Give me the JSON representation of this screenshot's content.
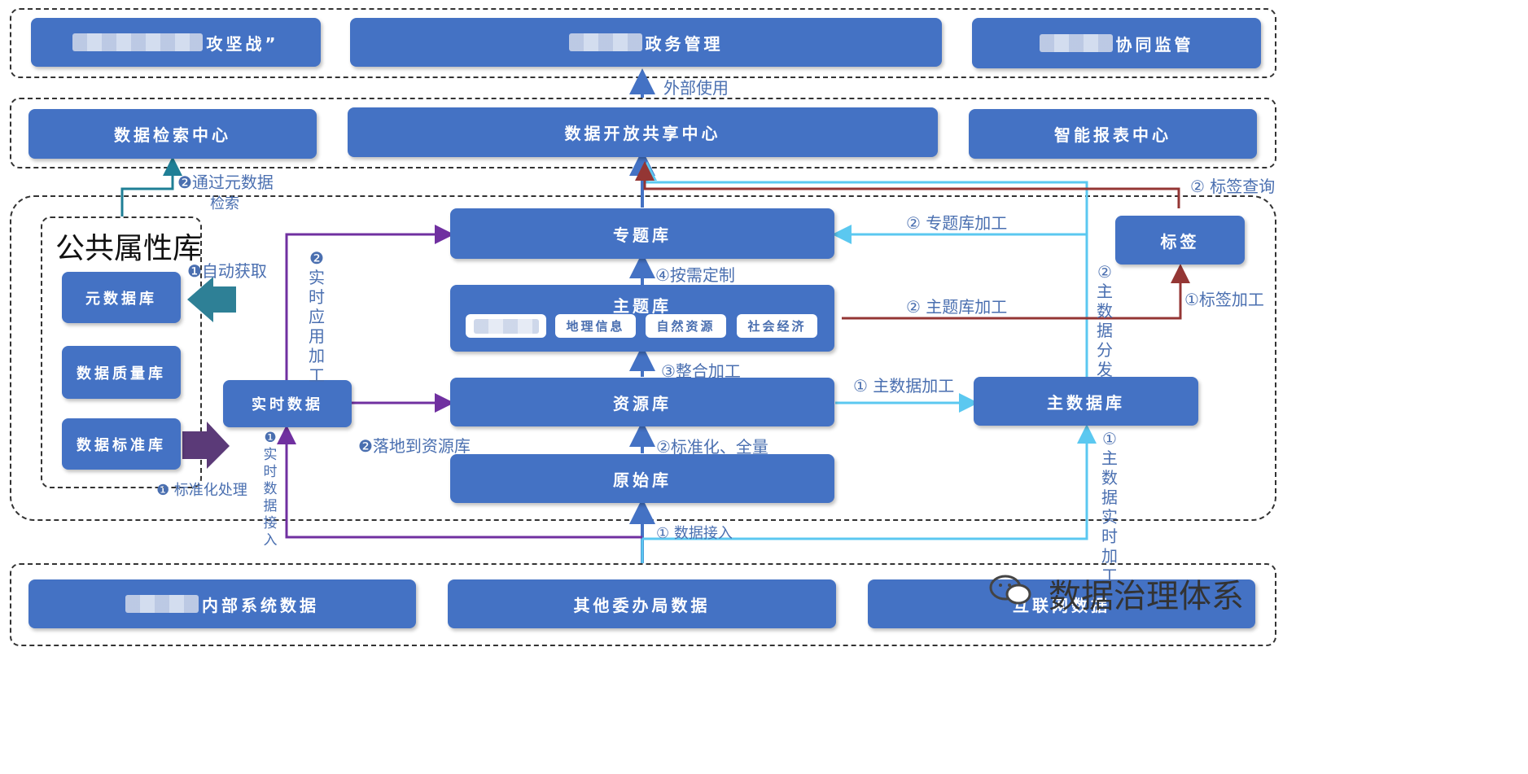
{
  "top": {
    "box1": "攻坚战”",
    "box2": "政务管理",
    "box3": "协同监管"
  },
  "services": {
    "search": "数据检索中心",
    "open": "数据开放共享中心",
    "report": "智能报表中心"
  },
  "public_attr": {
    "title": "公共属性库",
    "metadata": "元数据库",
    "quality": "数据质量库",
    "standard": "数据标准库"
  },
  "core": {
    "topic": "专题库",
    "theme": "主题库",
    "theme_subs": [
      "地理信息",
      "自然资源",
      "社会经济"
    ],
    "realtime": "实时数据",
    "resource": "资源库",
    "raw": "原始库",
    "master": "主数据库",
    "tag": "标签"
  },
  "sources": {
    "internal": "内部系统数据",
    "other": "其他委办局数据",
    "internet": "互联网数据"
  },
  "labels": {
    "external_use": "外部使用",
    "meta_search_1": "❷通过元数据",
    "meta_search_2": "检索",
    "tag_query": "② 标签查询",
    "topic_process": "② 专题库加工",
    "theme_process": "② 主题库加工",
    "on_demand": "④按需定制",
    "integrate": "③整合加工",
    "master_process": "① 主数据加工",
    "standardize_full": "②标准化、全量",
    "land_resource": "❷落地到资源库",
    "data_ingest": "① 数据接入",
    "auto_fetch": "❶自动获取",
    "std_process": "❶ 标准化处理",
    "tag_process": "①标签加工",
    "realtime_app": "❷实时应用加工",
    "realtime_ingest": "❶实时数据接入",
    "master_distribute": "②主数据分发",
    "master_realtime": "①主数据实时加工"
  },
  "watermark": "数据治理体系",
  "colors": {
    "box": "#4472c4",
    "light_blue": "#5bc8f0",
    "purple": "#7030a0",
    "dark_red": "#943634",
    "teal": "#1f7f96",
    "arrow_blue": "#4472c4"
  }
}
